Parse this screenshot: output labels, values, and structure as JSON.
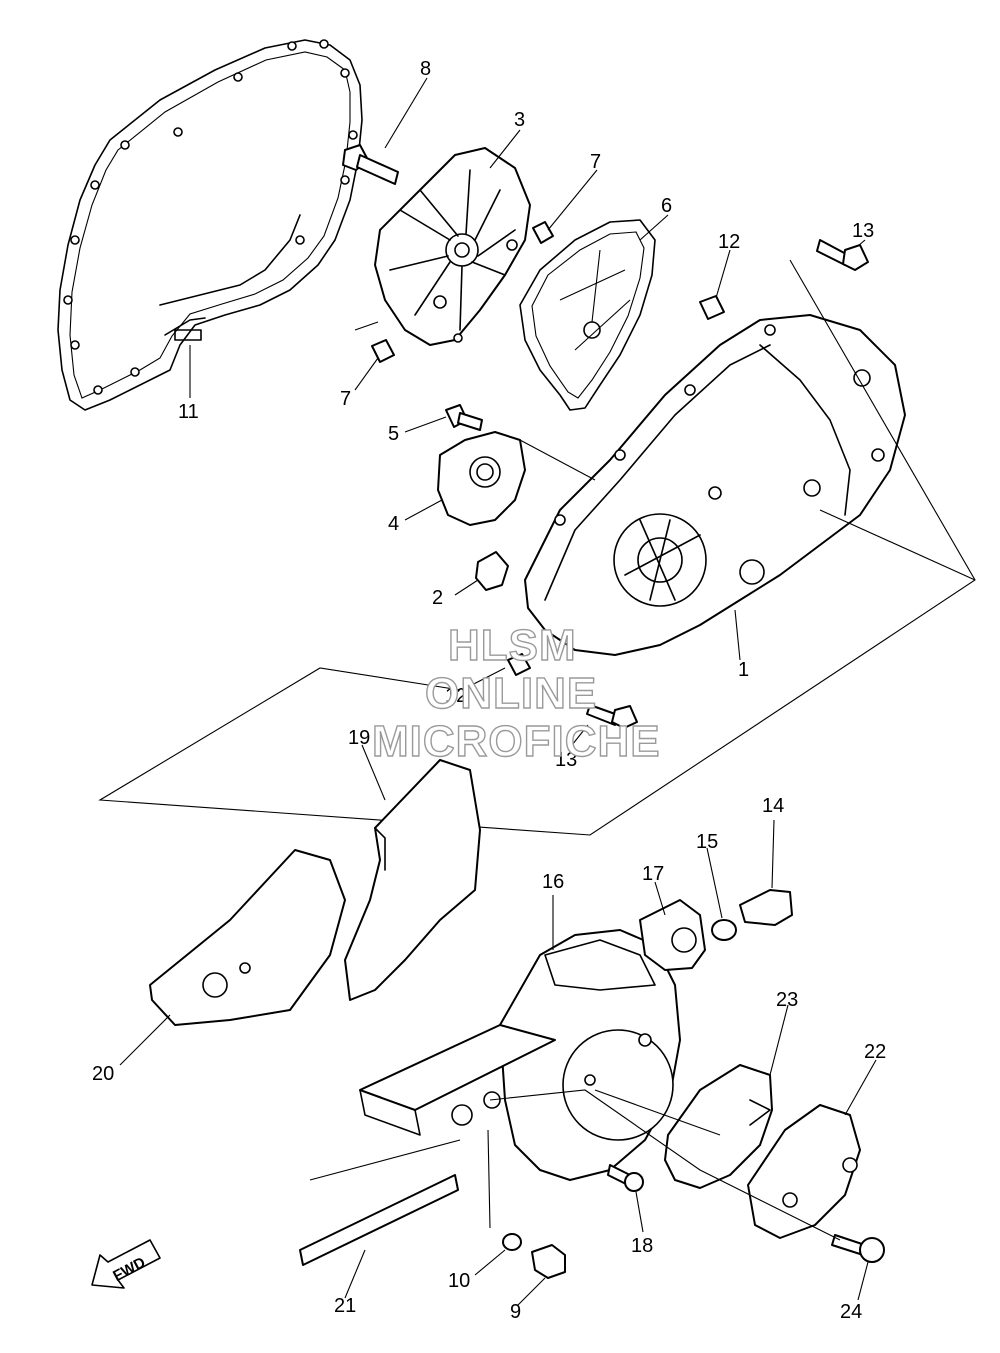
{
  "callouts": {
    "c1": "1",
    "c2": "2",
    "c3": "3",
    "c4": "4",
    "c5": "5",
    "c6": "6",
    "c7a": "7",
    "c7b": "7",
    "c8": "8",
    "c9": "9",
    "c10": "10",
    "c11": "11",
    "c12a": "12",
    "c12b": "12",
    "c13a": "13",
    "c13b": "13",
    "c14": "14",
    "c15": "15",
    "c16": "16",
    "c17": "17",
    "c18": "18",
    "c19": "19",
    "c20": "20",
    "c21": "21",
    "c22": "22",
    "c23": "23",
    "c24": "24"
  },
  "watermark": {
    "line1": "HLSM",
    "line2": "ONLINE",
    "line3": "MICROFICHE"
  },
  "direction_arrow": {
    "label": "FWD"
  }
}
